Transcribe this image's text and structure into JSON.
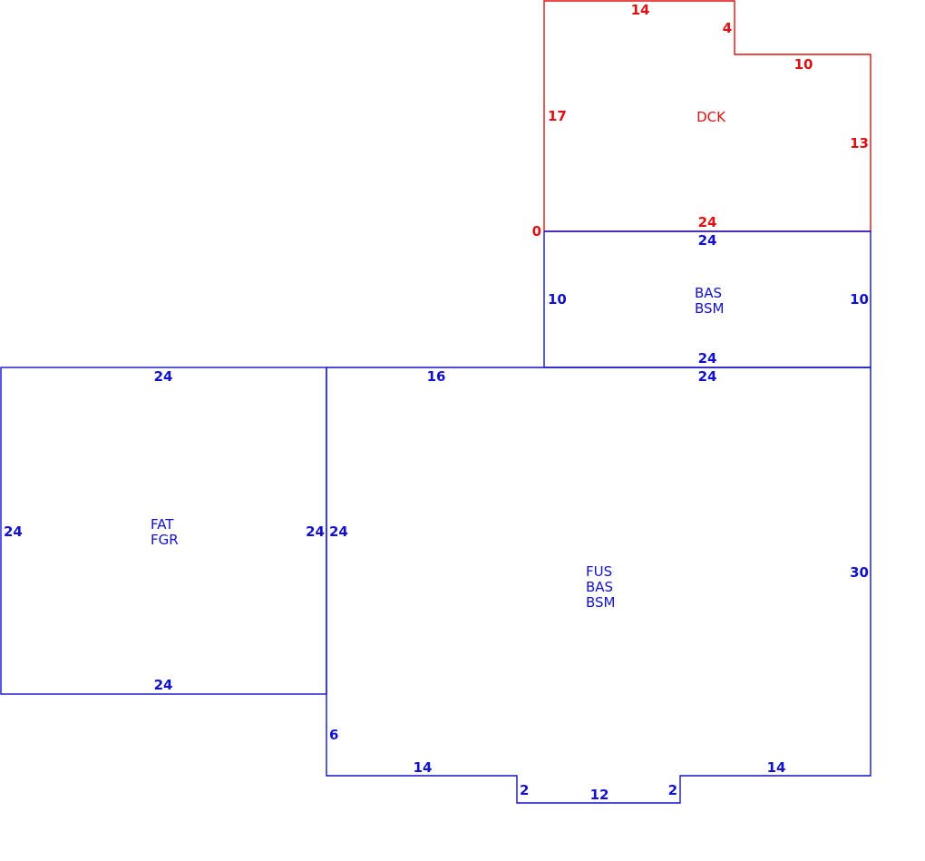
{
  "colors": {
    "blue": "#1212cc",
    "red": "#dd1111",
    "background": "#ffffff"
  },
  "dck": {
    "code": "DCK",
    "dims": {
      "top": "14",
      "notch": "4",
      "step": "10",
      "right": "13",
      "left": "17",
      "bottom": "24",
      "zero": "0"
    }
  },
  "upper": {
    "codes": [
      "BAS",
      "BSM"
    ],
    "dims": {
      "top": "24",
      "left": "10",
      "right": "10",
      "bottom": "24"
    }
  },
  "garage": {
    "codes": [
      "FAT",
      "FGR"
    ],
    "dims": {
      "top": "24",
      "left": "24",
      "right": "24",
      "bottom": "24"
    }
  },
  "main": {
    "codes": [
      "FUS",
      "BAS",
      "BSM"
    ],
    "dims": {
      "top_left": "16",
      "top_right": "24",
      "left": "24",
      "right": "30",
      "left_lower": "6",
      "bottom_left": "14",
      "bottom_right": "14",
      "bump_left": "2",
      "bump_bottom": "12",
      "bump_right": "2"
    }
  }
}
